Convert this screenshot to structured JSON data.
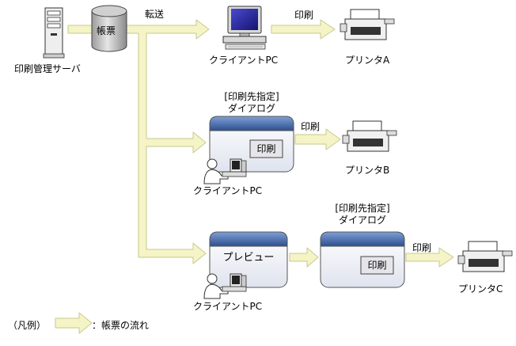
{
  "server": {
    "label": "印刷管理サーバ"
  },
  "database": {
    "label": "帳票"
  },
  "transfer_label": "転送",
  "row1": {
    "client_label": "クライアントPC",
    "print_label": "印刷",
    "printer_label": "プリンタA"
  },
  "row2": {
    "dialog_title_line1": "[印刷先指定]",
    "dialog_title_line2": "ダイアログ",
    "print_button": "印刷",
    "client_label": "クライアントPC",
    "print_label": "印刷",
    "printer_label": "プリンタB"
  },
  "row3": {
    "preview_label": "プレビュー",
    "dialog_title_line1": "[印刷先指定]",
    "dialog_title_line2": "ダイアログ",
    "print_button": "印刷",
    "client_label": "クライアントPC",
    "print_label": "印刷",
    "printer_label": "プリンタC"
  },
  "legend": {
    "title": "（凡例）",
    "description": "：帳票の流れ"
  },
  "colors": {
    "arrow_fill": "#f3f3c8",
    "arrow_stroke": "#c8c890",
    "window_title": "#4a6eaa",
    "window_body": "#eef0f6",
    "button_face": "#e8e8ec",
    "monitor_screen": "#2a2aa0"
  }
}
